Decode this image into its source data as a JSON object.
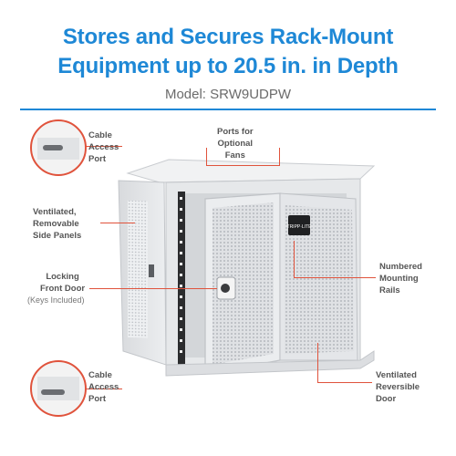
{
  "header": {
    "title_line1": "Stores and Secures Rack-Mount",
    "title_line2": "Equipment up to 20.5 in. in Depth",
    "model": "Model: SRW9UDPW"
  },
  "callouts": {
    "cable_access_port_top": [
      "Cable",
      "Access",
      "Port"
    ],
    "ports_for_fans": [
      "Ports for",
      "Optional",
      "Fans"
    ],
    "ventilated_side_panels": [
      "Ventilated,",
      "Removable",
      "Side Panels"
    ],
    "locking_front_door": [
      "Locking",
      "Front Door"
    ],
    "keys_included": "(Keys Included)",
    "numbered_rails": [
      "Numbered",
      "Mounting",
      "Rails"
    ],
    "cable_access_port_bottom": [
      "Cable",
      "Access",
      "Port"
    ],
    "ventilated_reversible_door": [
      "Ventilated",
      "Reversible",
      "Door"
    ]
  },
  "product": {
    "brand_badge": "TRIPP·LITE"
  },
  "colors": {
    "title_blue": "#1e88d6",
    "callout_red": "#e0533c",
    "cabinet_white": "#e9eaec"
  }
}
